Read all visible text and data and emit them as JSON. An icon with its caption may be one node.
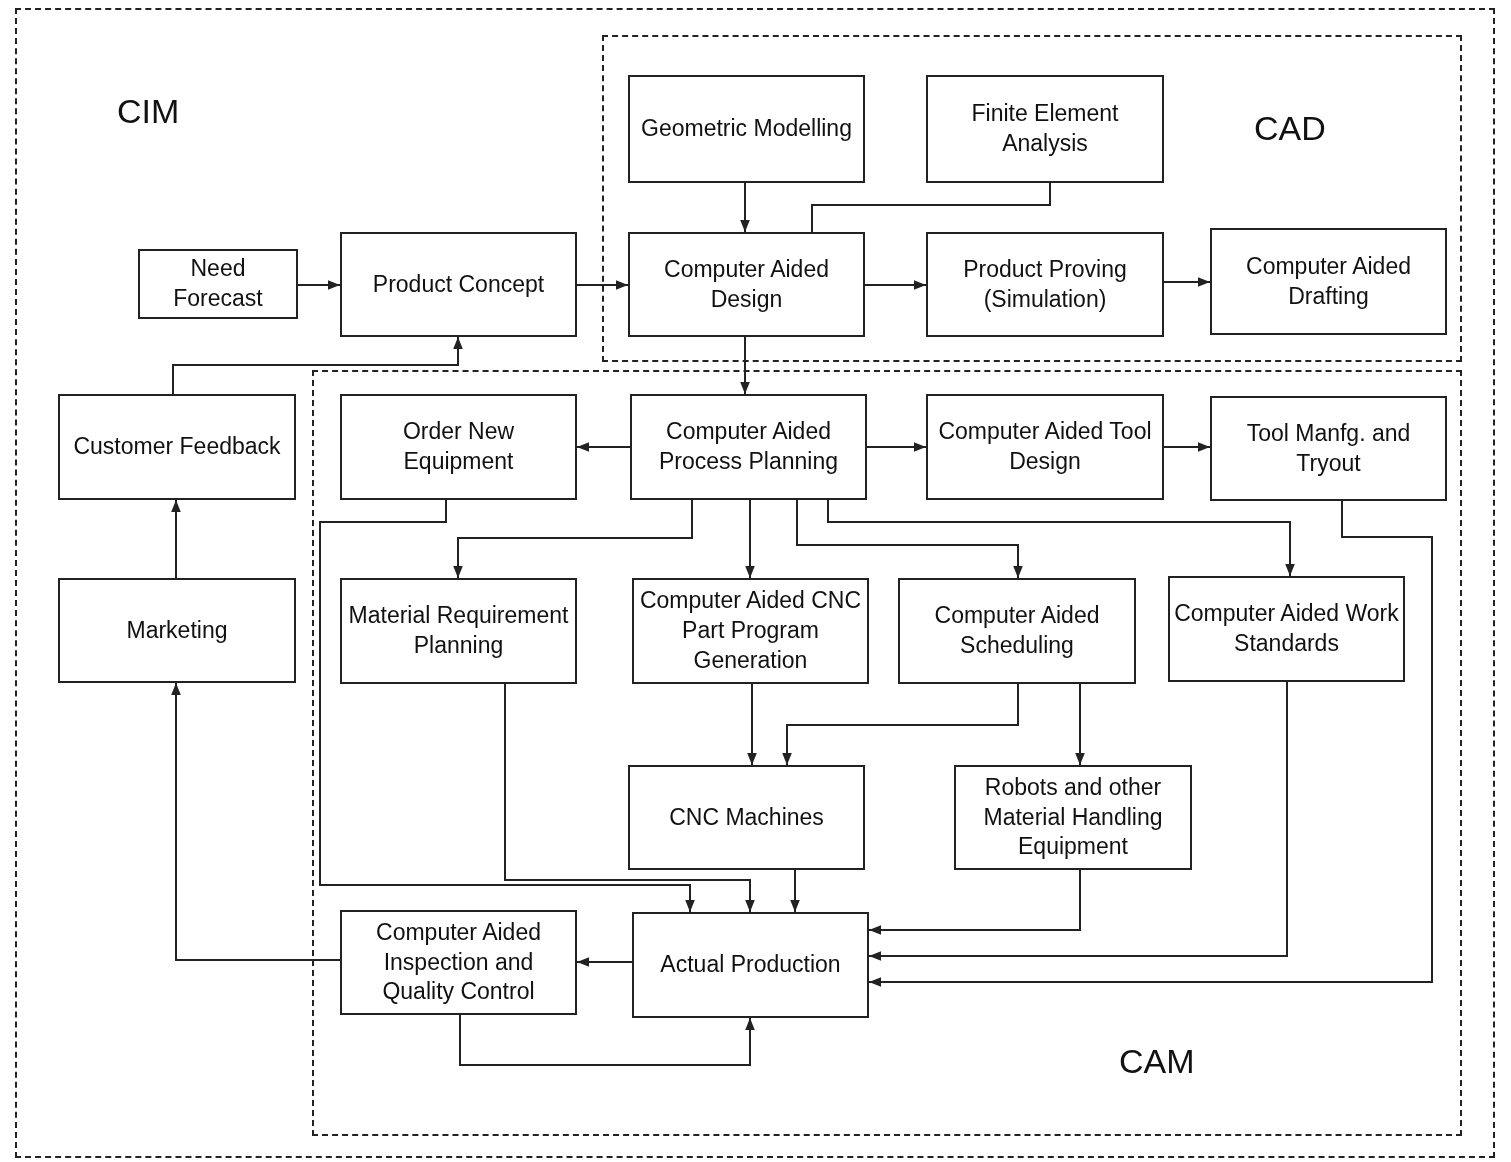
{
  "diagram": {
    "nodes": [
      {
        "text": [
          "CIM"
        ]
      },
      {
        "text": [
          "CAD"
        ],
        "in": 0
      },
      {
        "text": [
          "CAM"
        ],
        "in": 0
      },
      {
        "text": [
          "Geometric Modelling"
        ],
        "in": 1
      },
      {
        "text": [
          "Finite Element Analysis"
        ],
        "in": 1
      },
      {
        "text": [
          "Need Forecast"
        ],
        "in": 0
      },
      {
        "text": [
          "Product Concept"
        ],
        "in": 0
      },
      {
        "text": [
          "Computer Aided Design"
        ],
        "in": 1
      },
      {
        "text": [
          "Product Proving (Simulation)"
        ],
        "in": 1
      },
      {
        "text": [
          "Computer Aided Drafting"
        ],
        "in": 1
      },
      {
        "text": [
          "Customer Feedback"
        ],
        "in": 0
      },
      {
        "text": [
          "Order New Equipment"
        ],
        "in": 2
      },
      {
        "text": [
          "Computer Aided Process Planning"
        ],
        "in": 2
      },
      {
        "text": [
          "Computer Aided Tool Design"
        ],
        "in": 2
      },
      {
        "text": [
          "Tool Manfg. and Tryout"
        ],
        "in": 2
      },
      {
        "text": [
          "Marketing"
        ],
        "in": 0
      },
      {
        "text": [
          "Material Requirement Planning"
        ],
        "in": 2
      },
      {
        "text": [
          "Computer Aided CNC Part Program Generation"
        ],
        "in": 2
      },
      {
        "text": [
          "Computer Aided Scheduling"
        ],
        "in": 2
      },
      {
        "text": [
          "Computer Aided Work Standards"
        ],
        "in": 2
      },
      {
        "text": [
          "CNC Machines"
        ],
        "in": 2
      },
      {
        "text": [
          "Robots and other Material Handling Equipment"
        ],
        "in": 2
      },
      {
        "text": [
          "Computer Aided Inspection and Quality Control"
        ],
        "in": 2
      },
      {
        "text": [
          "Actual Production"
        ],
        "in": 2
      }
    ],
    "edges": [
      {
        "from": 3,
        "to": 7,
        "arrow": "to"
      },
      {
        "from": 4,
        "to": 7,
        "arrow": "none"
      },
      {
        "from": 5,
        "to": 6,
        "arrow": "to"
      },
      {
        "from": 6,
        "to": 7,
        "arrow": "to"
      },
      {
        "from": 7,
        "to": 8,
        "arrow": "to"
      },
      {
        "from": 8,
        "to": 9,
        "arrow": "to"
      },
      {
        "from": 7,
        "to": 12,
        "arrow": "to"
      },
      {
        "from": 12,
        "to": 11,
        "arrow": "to"
      },
      {
        "from": 12,
        "to": 13,
        "arrow": "to"
      },
      {
        "from": 13,
        "to": 14,
        "arrow": "to"
      },
      {
        "from": 10,
        "to": 6,
        "arrow": "to"
      },
      {
        "from": 15,
        "to": 10,
        "arrow": "to"
      },
      {
        "from": 12,
        "to": 16,
        "arrow": "to"
      },
      {
        "from": 12,
        "to": 17,
        "arrow": "to"
      },
      {
        "from": 12,
        "to": 18,
        "arrow": "to"
      },
      {
        "from": 12,
        "to": 19,
        "arrow": "to"
      },
      {
        "from": 11,
        "to": 23,
        "arrow": "to"
      },
      {
        "from": 16,
        "to": 23,
        "arrow": "to"
      },
      {
        "from": 20,
        "to": 23,
        "arrow": "to"
      },
      {
        "from": 17,
        "to": 20,
        "arrow": "to"
      },
      {
        "from": 18,
        "to": 20,
        "arrow": "to"
      },
      {
        "from": 18,
        "to": 21,
        "arrow": "to"
      },
      {
        "from": 21,
        "to": 23,
        "arrow": "to"
      },
      {
        "from": 19,
        "to": 23,
        "arrow": "to"
      },
      {
        "from": 14,
        "to": 23,
        "arrow": "to"
      },
      {
        "from": 23,
        "to": 22,
        "arrow": "to"
      },
      {
        "from": 22,
        "to": 15,
        "arrow": "to"
      },
      {
        "from": 22,
        "to": 23,
        "arrow": "to"
      }
    ]
  }
}
